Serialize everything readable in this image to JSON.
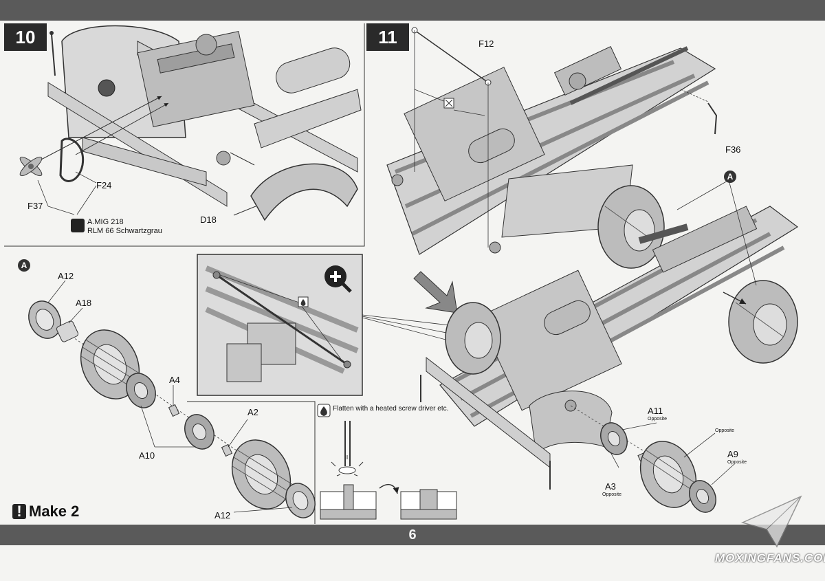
{
  "page_number": "6",
  "steps": {
    "step10": {
      "number": "10",
      "labels": {
        "f37": "F37",
        "f24": "F24",
        "d18": "D18"
      },
      "paint": {
        "code": "A.MIG 218",
        "name": "RLM 66 Schwartzgrau"
      }
    },
    "step11": {
      "number": "11",
      "labels": {
        "f12": "F12",
        "f36": "F36",
        "a11": "A11",
        "a3": "A3",
        "a9": "A9"
      },
      "opposite": "Opposite",
      "callout_a": "A"
    }
  },
  "subassembly": {
    "badge": "A",
    "labels": {
      "a12_top": "A12",
      "a18": "A18",
      "a4": "A4",
      "a2": "A2",
      "a10": "A10",
      "a12_bottom": "A12"
    },
    "make_count": "Make 2",
    "make_icon": "!"
  },
  "heat_instruction": "Flatten with a heated screw driver etc.",
  "watermark": "MOXINGFANS.COM",
  "icons": [
    "paint-icon",
    "zoom-in-icon",
    "flame-icon",
    "remove-icon",
    "arrow-icon",
    "paper-plane-icon"
  ]
}
